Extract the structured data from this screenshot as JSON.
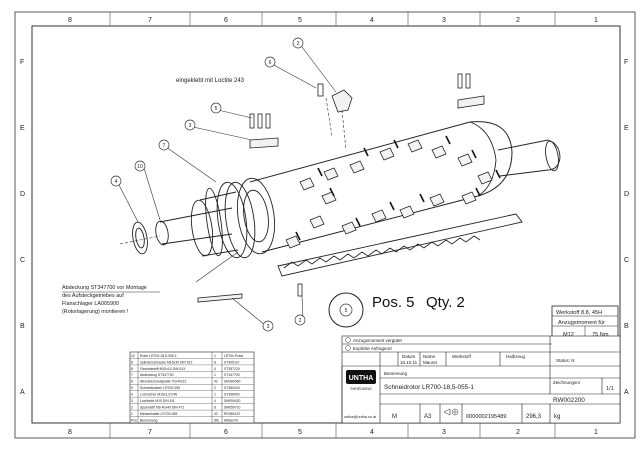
{
  "border": {
    "columns": [
      "8",
      "7",
      "6",
      "5",
      "4",
      "3",
      "2",
      "1"
    ],
    "rows": [
      "F",
      "E",
      "D",
      "C",
      "B",
      "A"
    ]
  },
  "callouts": [
    "2",
    "6",
    "5",
    "3",
    "7",
    "10",
    "4",
    "5",
    "2",
    "3"
  ],
  "annotations": {
    "loctite": "eingeklebt mit Loctite 243",
    "cover_note": [
      "Abdeckung ST347700 vor Montage",
      "des Aufsteckgetriebes auf",
      "Flanschlager LA005900",
      "(Rotorlagerung) montieren !"
    ],
    "pos_label": "Pos. 5",
    "qty_label": "Qty. 2"
  },
  "material_box": {
    "werkstoff": "Werkstoff 8.8, 45H",
    "anzug_label": "Anzugsmoment für",
    "thread": "M12",
    "torque": "75 Nm"
  },
  "title_block": {
    "notes": [
      "Anzugsmoment vergütet",
      "Explizite Anfrageort"
    ],
    "company": "UNTHA",
    "company_sub": "SHREDDING",
    "benennung_label": "Benennung",
    "title": "Schneidrotor LR700-18,5-055-1",
    "zeichnungsnr_label": "Zeichnungsnr",
    "drawing_no": "RW002200",
    "blatt": "1/1",
    "massstab": "M",
    "format": "A3",
    "teile_no": "0000002195489",
    "weight": "296,3",
    "weight_unit": "kg",
    "contact": "untha@untha.co.at",
    "revision_row": [
      "Datum",
      "Name",
      "Werkstoff",
      "Halbzeug"
    ],
    "date_row": [
      "16.10.11",
      "Maurer",
      "",
      ""
    ],
    "status": "Status: N"
  },
  "parts_list": [
    [
      "10",
      "Rotor LR700-18,5-055-1",
      "1",
      "LR700-Rotor"
    ],
    [
      "9",
      "Zylinderschraube M16x35 DIN 912",
      "8",
      "ST305110"
    ],
    [
      "8",
      "Gewindestift M10x10 DIN 913",
      "4",
      "ST357120"
    ],
    [
      "7",
      "Abdeckung ST347700",
      "1",
      "ST347700"
    ],
    [
      "6",
      "Wendeschneidplatte 70x40x12",
      "42",
      "SM380060"
    ],
    [
      "5",
      "Schneidkasten LR700-055",
      "2",
      "ST380043"
    ],
    [
      "4",
      "Lochsicher M16x1,5 DIN",
      "1",
      "ST358400"
    ],
    [
      "3",
      "Lochkeile M10 DIN 8.8",
      "4",
      "SM050420"
    ],
    [
      "2",
      "Spannstift M6 40x40 DIN 471",
      "8",
      "SM050710"
    ],
    [
      "1",
      "Messerhalter LR700-055",
      "42",
      "RF055420"
    ]
  ],
  "parts_header": [
    "Pos",
    "Benennung",
    "Stk",
    "Artikel-Nr"
  ]
}
